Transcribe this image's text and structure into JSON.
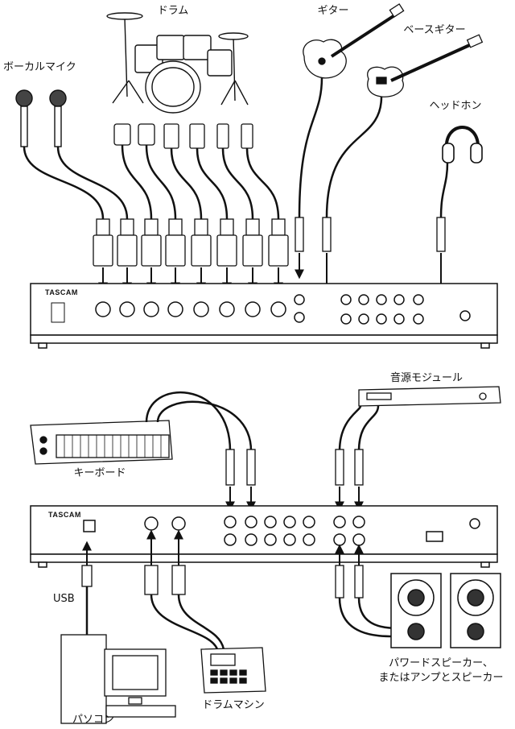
{
  "labels": {
    "drums": "ドラム",
    "guitar": "ギター",
    "bass_guitar": "ベースギター",
    "vocal_mic": "ボーカルマイク",
    "headphones": "ヘッドホン",
    "sound_module": "音源モジュール",
    "keyboard": "キーボード",
    "usb": "USB",
    "computer": "パソコン",
    "drum_machine": "ドラムマシン",
    "powered_speakers_line1": "パワードスピーカー、",
    "powered_speakers_line2": "またはアンプとスピーカー"
  },
  "device": {
    "brand": "TASCAM"
  }
}
